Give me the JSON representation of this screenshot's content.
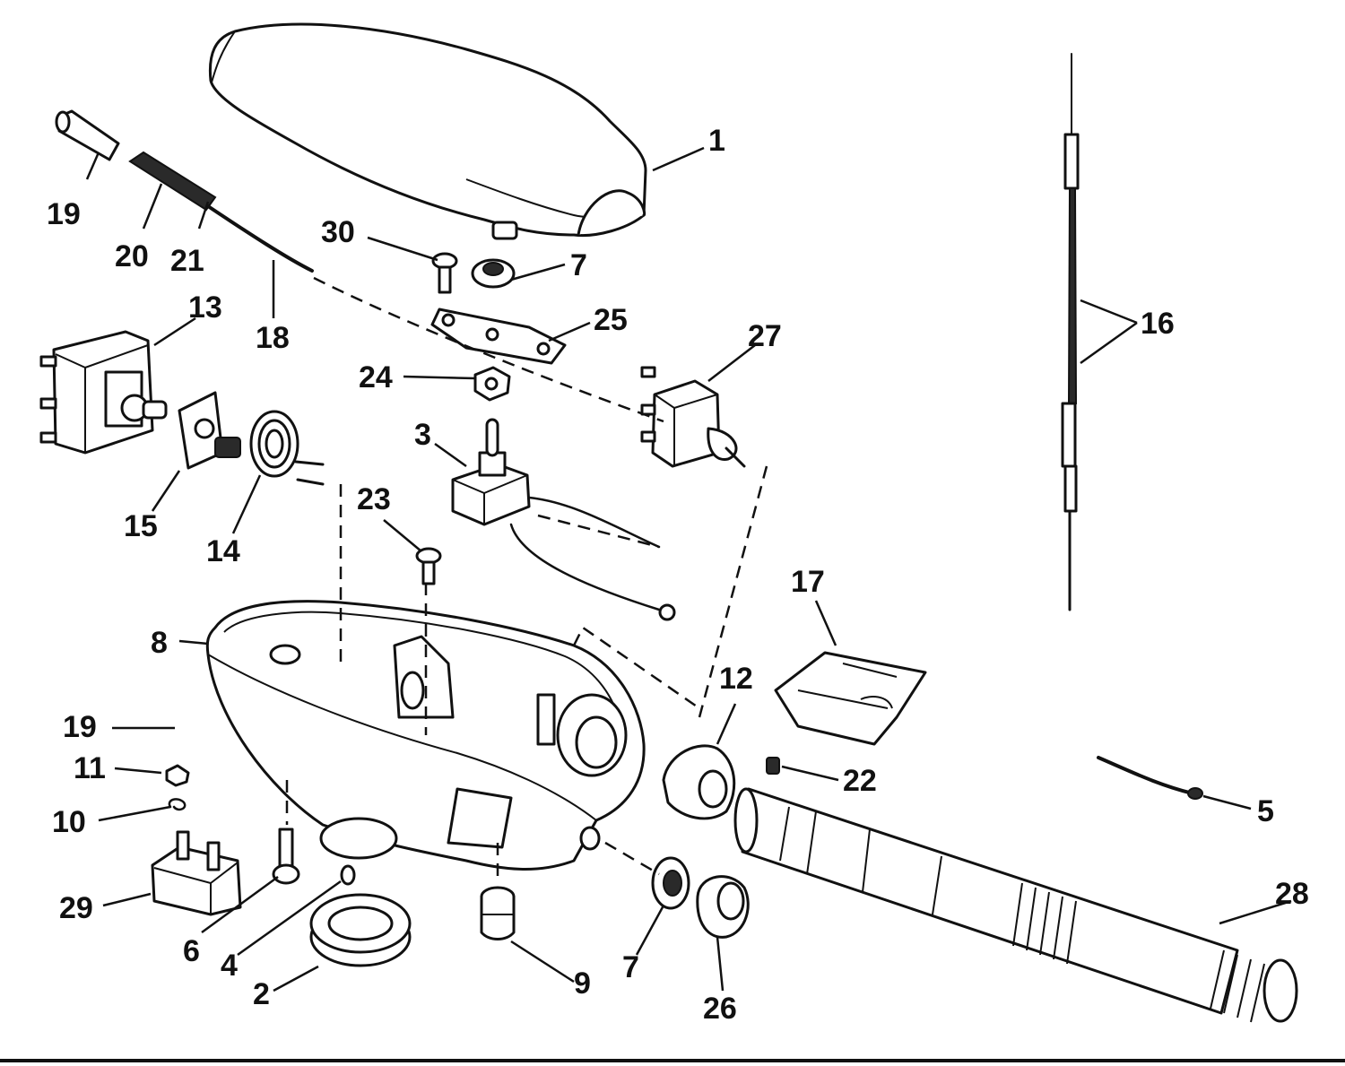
{
  "callouts": {
    "c1": "1",
    "c2": "2",
    "c3": "3",
    "c4": "4",
    "c5": "5",
    "c6": "6",
    "c7a": "7",
    "c7b": "7",
    "c8": "8",
    "c9": "9",
    "c10": "10",
    "c11": "11",
    "c12": "12",
    "c13": "13",
    "c14": "14",
    "c15": "15",
    "c16": "16",
    "c17": "17",
    "c18": "18",
    "c19a": "19",
    "c19b": "19",
    "c20": "20",
    "c21": "21",
    "c22": "22",
    "c23": "23",
    "c24": "24",
    "c25": "25",
    "c26": "26",
    "c27": "27",
    "c28": "28",
    "c29": "29",
    "c30": "30"
  },
  "style": {
    "ink": "#111111",
    "paper": "#ffffff"
  }
}
